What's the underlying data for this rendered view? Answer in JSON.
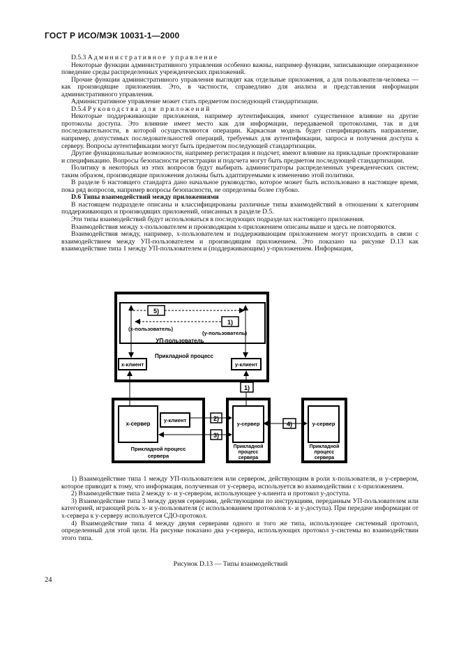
{
  "header": "ГОСТ Р ИСО/МЭК 10031-1—2000",
  "sections": [
    {
      "num": "D.5.3",
      "title": "Административное управление"
    },
    {
      "num": "D.5.4",
      "title": "Руководства для приложений"
    },
    {
      "num": "D.6",
      "title": "Типы взаимодействий между приложениями"
    }
  ],
  "paragraphs": {
    "p1": "Некоторые функции административного управления особенно важны, например функции, записывающие операционное поведение среды распределенных учрежденческих приложений.",
    "p2": "Прочие функции административного управления выглядят как отдельные приложения, а для пользователя-человека — как производящие приложения. Это, в частности, справедливо для анализа и представления информации административного управления.",
    "p3": "Административное управление может стать предметом последующей стандартизации.",
    "p4": "Некоторые поддерживающие приложения, например аутентификация, имеют существенное влияние на другие протоколы доступа. Это влияние имеет место как для информации, передаваемой протоколами, так и для последовательности, в которой осуществляются операции. Каркасная модель будет специфицировать направление, например, допустимых последовательностей операций, требуемых для аутентификации, запроса и получения доступа к серверу. Вопросы аутентификации могут быть предметом последующей стандартизации.",
    "p5": "Другие функциональные возможности, например регистрация и подсчет, имеют влияние на прикладные проектирование и спецификацию. Вопросы безопасности регистрации и подсчета могут быть предметом последующей стандартизации.",
    "p6": "Политику в некоторых из этих вопросов будут выбирать администраторы распределенных учрежденческих систем; таким образом, производящие приложения должны быть адаптируемыми к изменению этой политики.",
    "p7": "В разделе 6 настоящего стандарта дано начальное руководство, которое может быть использовано в настоящее время, пока ряд вопросов, например вопросы безопасности, не определены более глубоко.",
    "p8": "В настоящем подразделе описаны и классифицированы различные типы взаимодействий в отношении к категориям поддерживающих и производящих приложений, описанных в разделе D.5.",
    "p9": "Эти типы взаимодействий будут использоваться в последующих подразделах настоящего приложения.",
    "p10": "Взаимодействия между x-пользователем и производящим x-приложением описаны выше и здесь не повторяются.",
    "p11": "Взаимодействия между, например, x-пользователем и поддерживающим приложением могут происходить в связи с взаимодействием между УП-пользователем и производящим приложением. Это показано на рисунке D.13 как взаимодействие типа 1 между УП-пользователем и (поддерживающим) y-приложением. Информация,"
  },
  "diagram": {
    "label_5": "5)",
    "label_1_top": "1)",
    "x_user": "(x-пользователь)",
    "y_user": "(y-пользователь)",
    "up_user": "УП-пользователь",
    "app_process": "Прикладной процесс",
    "x_client": "x-клиент",
    "y_client_top": "y-клиент",
    "label_1_mid": "1)",
    "x_server": "x-сервер",
    "y_client_mid": "y-клиент",
    "server_app_process_1": "Прикладной процесс",
    "server_app_process_2": "сервера",
    "label_2": "2)",
    "label_3": "3)",
    "y_server_1": "y-сервер",
    "label_4": "4)",
    "y_server_2": "y-сервер",
    "small_proc_1": "Прикладной",
    "small_proc_2": "процесс",
    "small_proc_3": "сервера"
  },
  "notes": {
    "n1": "1) Взаимодействие типа 1 между УП-пользователем или сервером, действующим в роли x-пользователя, и y-сервером, которое приводит к тому, что информация, полученная от y-сервера, используется во взаимодействии с x-приложением.",
    "n2": "2) Взаимодействие типа 2 между x- и y-сервером, использующее y-клиента и протокол y-доступа.",
    "n3": "3) Взаимодействие типа 3 между двумя серверами, действующими по инструкциям, переданным УП-пользователем или категорией, играющей роль x- и y-пользователя (с использованием протоколов x- и y-доступа). При передаче информации от x-сервера к y-серверу используется СДО-протокол.",
    "n4": "4) Взаимодействие типа 4 между двумя серверами одного и того же типа, использующее системный протокол, определенный для этой цели. На рисунке показано два y-сервера, использующих протокол y-системы во взаимодействии этого типа."
  },
  "caption": "Рисунок D.13 — Типы взаимодействий",
  "page_number": "24"
}
